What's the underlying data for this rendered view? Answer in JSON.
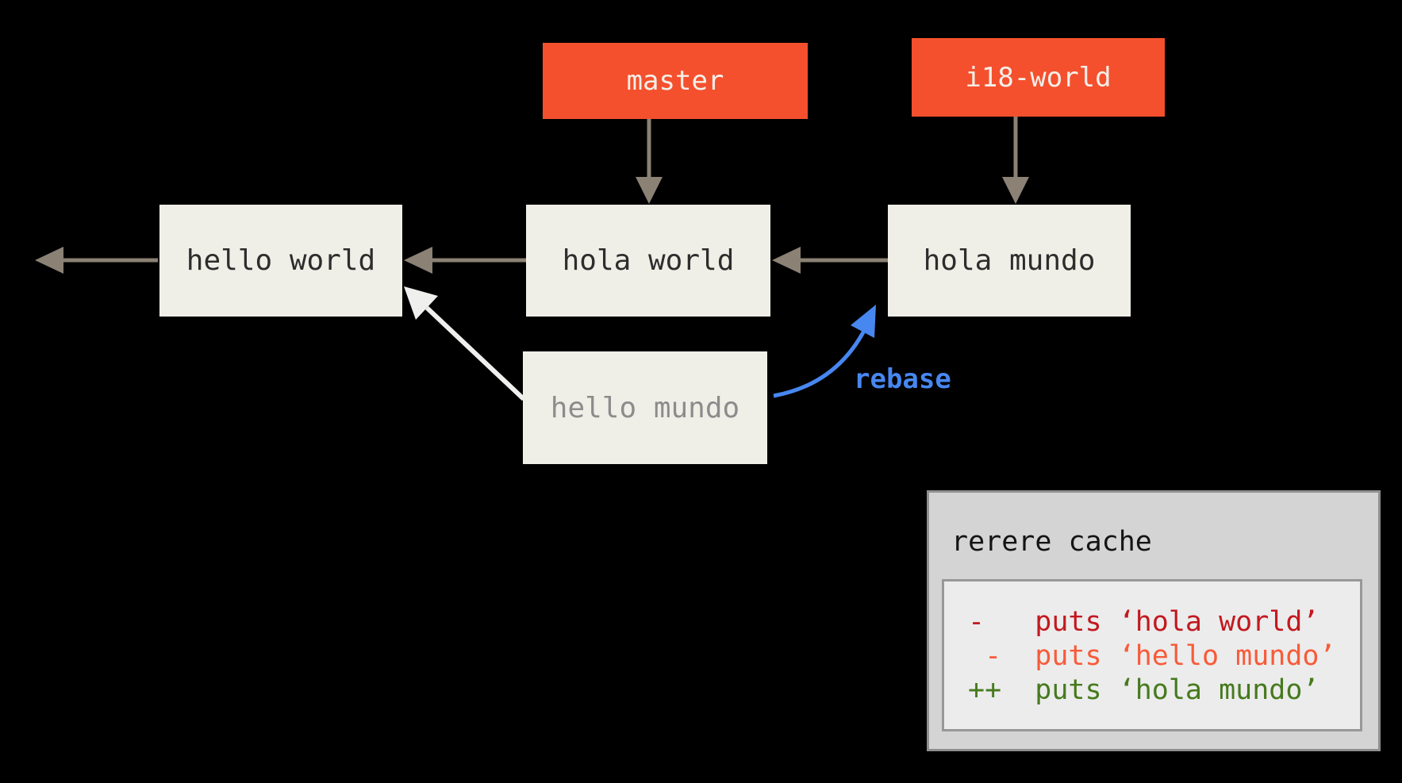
{
  "diagram": {
    "branch_labels": [
      {
        "label": "master"
      },
      {
        "label": "i18-world"
      }
    ],
    "commits": [
      {
        "label": "hello world"
      },
      {
        "label": "hola world"
      },
      {
        "label": "hola mundo"
      },
      {
        "label": "hello mundo"
      }
    ],
    "rebase_label": "rebase",
    "colors": {
      "background": "#000000",
      "branch_fill": "#f4502d",
      "branch_text": "#f3efe9",
      "commit_fill": "#f0efe7",
      "commit_text": "#2d2d2d",
      "ghost_text": "#8c8c8c",
      "arrow_gray": "#8b8174",
      "arrow_white": "#efefed",
      "rebase_blue": "#4787f0"
    }
  },
  "rerere_panel": {
    "title": "rerere cache",
    "colors": {
      "panel_fill": "#d4d4d4",
      "panel_border": "#8f8f8f",
      "code_fill": "#ececec",
      "code_border": "#989898",
      "title_text": "#141414"
    },
    "lines": [
      {
        "text": "-   puts ‘hola world’",
        "color": "#c2191f"
      },
      {
        "text": " -  puts ‘hello mundo’",
        "color": "#f85b39"
      },
      {
        "text": "++  puts ‘hola mundo’",
        "color": "#467a1d"
      }
    ]
  }
}
